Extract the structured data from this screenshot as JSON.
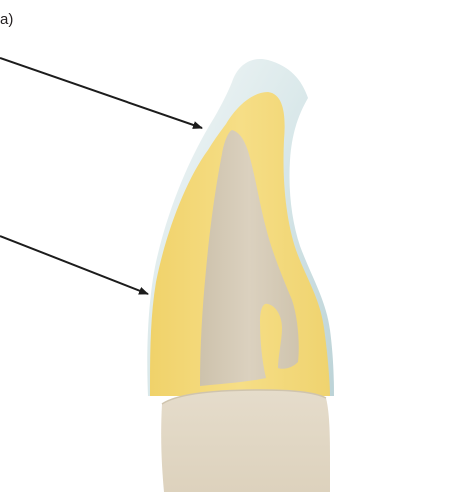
{
  "figure": {
    "panel_label": "a)",
    "structures": {
      "enamel_cap": "enamel-cap",
      "cement_layer": "cement-layer",
      "core": "core",
      "root": "root"
    },
    "colors": {
      "enamel": "#dfe9ea",
      "cement": "#f3d97a",
      "core": "#d5cab7",
      "root": "#e3dac6",
      "arrow": "#1c1c1c"
    }
  }
}
